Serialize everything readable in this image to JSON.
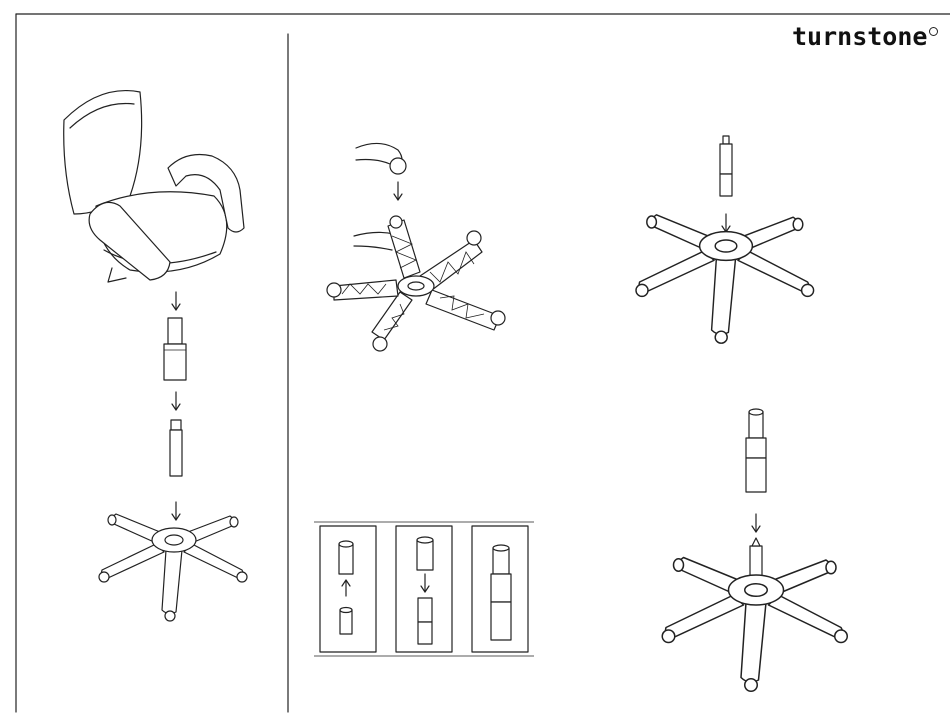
{
  "header": {
    "brand": "turnstone",
    "brand_mark_icon": "registered-circle-icon"
  },
  "illustrations": [
    {
      "name": "chair-exploded-assembly"
    },
    {
      "name": "caster-insertion"
    },
    {
      "name": "gas-cylinder-into-base"
    },
    {
      "name": "cylinder-cover-assembly"
    },
    {
      "name": "cylinder-cover-onto-base"
    }
  ]
}
